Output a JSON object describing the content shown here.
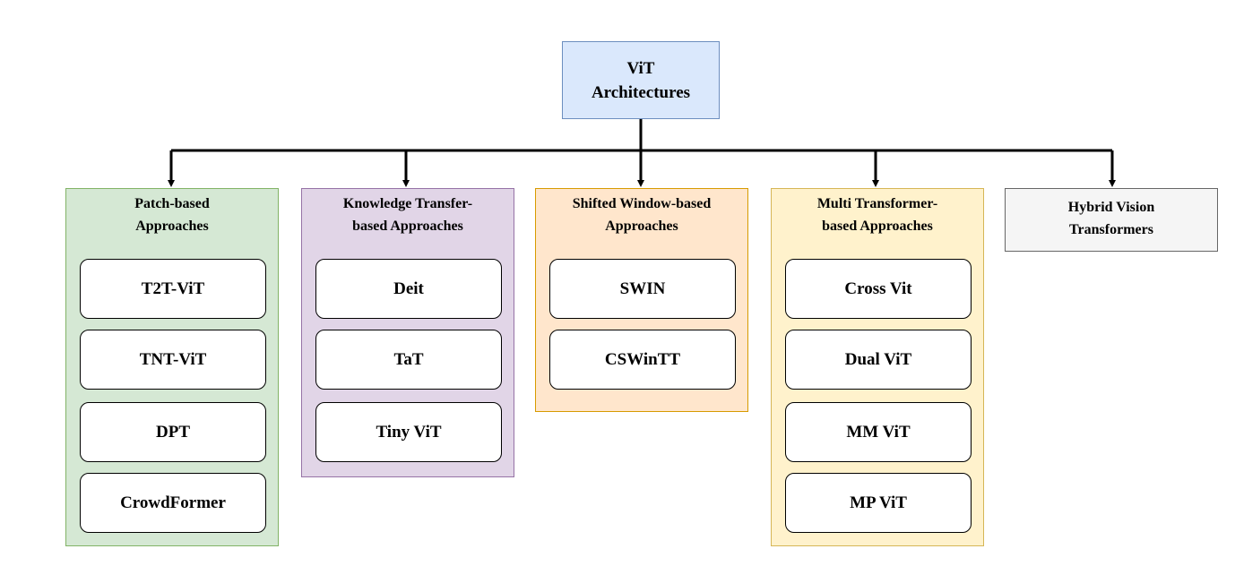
{
  "root": {
    "label": "ViT\nArchitectures"
  },
  "categories": [
    {
      "title": "Patch-based\nApproaches",
      "items": [
        "T2T-ViT",
        "TNT-ViT",
        "DPT",
        "CrowdFormer"
      ]
    },
    {
      "title": "Knowledge Transfer-\nbased Approaches",
      "items": [
        "Deit",
        "TaT",
        "Tiny ViT"
      ]
    },
    {
      "title": "Shifted Window-based\nApproaches",
      "items": [
        "SWIN",
        "CSWinTT"
      ]
    },
    {
      "title": "Multi Transformer-\nbased Approaches",
      "items": [
        "Cross Vit",
        "Dual ViT",
        "MM ViT",
        "MP ViT"
      ]
    },
    {
      "title": "Hybrid Vision\nTransformers",
      "items": []
    }
  ],
  "colors": {
    "root_fill": "#dae8fc",
    "root_stroke": "#6c8ebf",
    "patch_fill": "#d5e8d4",
    "knowledge_fill": "#e1d5e7",
    "shifted_fill": "#ffe6cc",
    "multi_fill": "#fff2cc",
    "hybrid_fill": "#f5f5f5",
    "connector": "#000000"
  }
}
